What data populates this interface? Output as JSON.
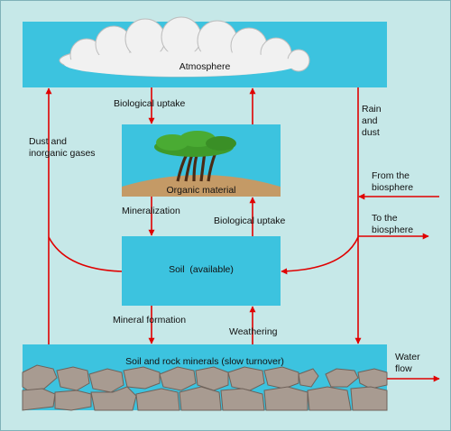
{
  "nodes": {
    "atmosphere": "Atmosphere",
    "organic_material": "Organic material",
    "soil": "Soil  (available)",
    "soil_rock": "Soil and rock minerals (slow turnover)"
  },
  "edges": {
    "biological_uptake_top": "Biological uptake",
    "dust_inorganic": "Dust and\ninorganic gases",
    "rain_dust": "Rain\nand\ndust",
    "from_biosphere": "From the\nbiosphere",
    "to_biosphere": "To the\nbiosphere",
    "mineralization": "Mineralization",
    "biological_uptake_mid": "Biological uptake",
    "mineral_formation": "Mineral formation",
    "weathering": "Weathering",
    "water_flow": "Water\nflow"
  },
  "colors": {
    "background": "#c6e8e8",
    "box": "#3cc3df",
    "arrow": "#e00000",
    "soil_ground": "#c49a66",
    "rock": "#a89b91",
    "tree_leaves": "#3f9a2a",
    "tree_trunk": "#4a2a14",
    "cloud": "#f2f2f2"
  }
}
